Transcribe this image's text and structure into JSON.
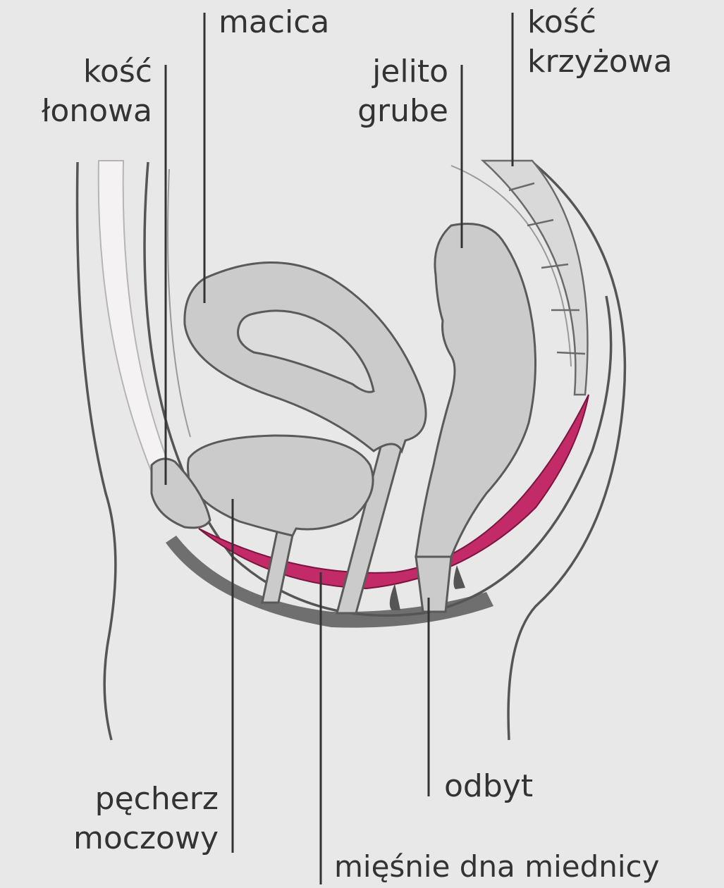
{
  "colors": {
    "background": "#e8e8e8",
    "organ_fill": "#cbcbcb",
    "muscle": "#c32a68",
    "dark_tissue": "#6f6f70",
    "label_text": "#333333"
  },
  "labels": {
    "uterus": "macica",
    "pubic_bone_1": "kość",
    "pubic_bone_2": "łonowa",
    "large_intestine_1": "jelito",
    "large_intestine_2": "grube",
    "sacrum_1": "kość",
    "sacrum_2": "krzyżowa",
    "bladder_1": "pęcherz",
    "bladder_2": "moczowy",
    "anus": "odbyt",
    "pelvic_floor": "mięśnie dna miednicy"
  }
}
